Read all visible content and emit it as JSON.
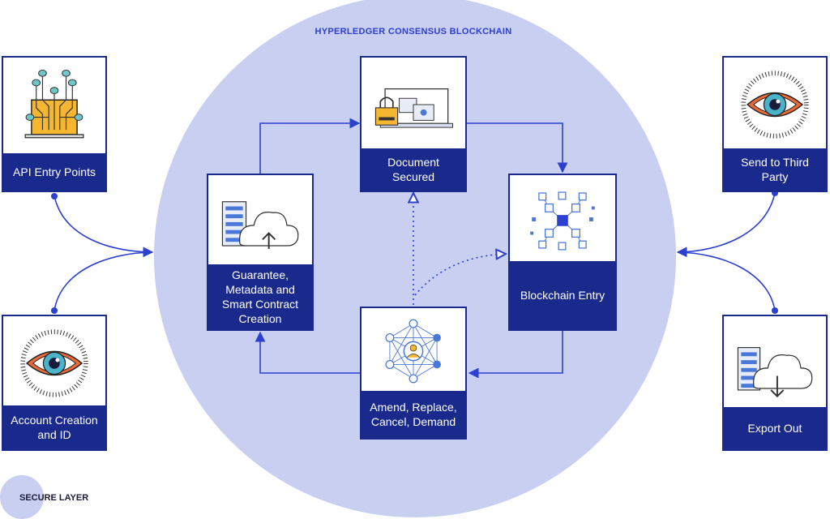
{
  "title": "HYPERLEDGER CONSENSUS BLOCKCHAIN",
  "legend": "SECURE LAYER",
  "colors": {
    "navy": "#1a2a8c",
    "arrow": "#2b3fd0",
    "circle": "#c8cff0",
    "accent": "#e86a3a"
  },
  "nodes": {
    "api": {
      "label": "API Entry Points",
      "icon": "circuit-laptop-icon"
    },
    "account": {
      "label": "Account Creation and ID",
      "icon": "eye-icon"
    },
    "guarantee": {
      "label": "Guarantee, Metadata and Smart Contract Creation",
      "icon": "server-cloud-upload-icon"
    },
    "document": {
      "label": "Document Secured",
      "icon": "locked-documents-icon"
    },
    "blockchain": {
      "label": "Blockchain Entry",
      "icon": "block-network-icon"
    },
    "amend": {
      "label": "Amend, Replace, Cancel, Demand",
      "icon": "user-network-icon"
    },
    "third": {
      "label": "Send to Third Party",
      "icon": "eye-icon"
    },
    "export": {
      "label": "Export Out",
      "icon": "server-cloud-download-icon"
    }
  }
}
